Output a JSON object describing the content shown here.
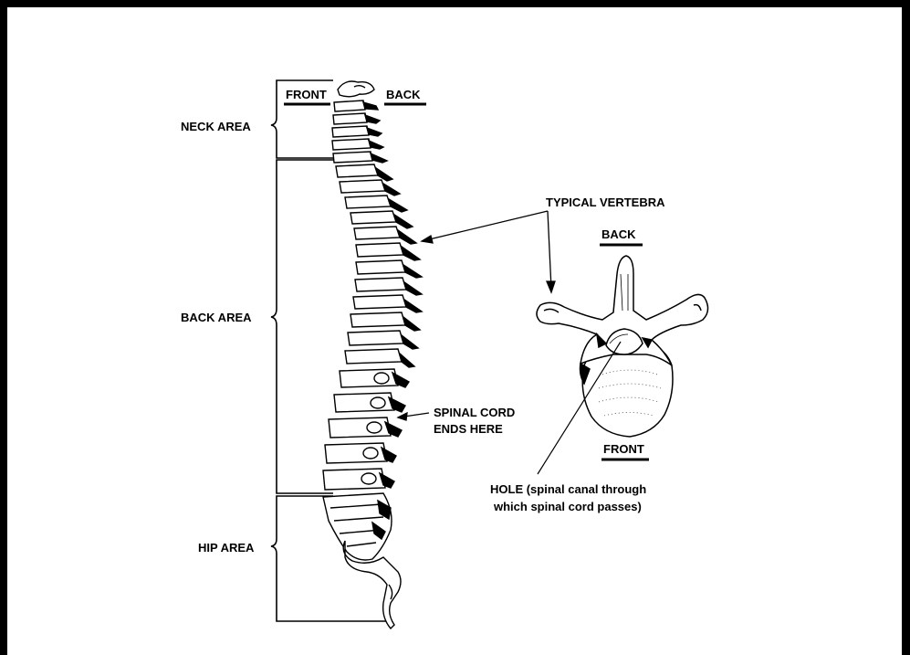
{
  "regions": {
    "neck": "NECK AREA",
    "back": "BACK AREA",
    "hip": "HIP AREA"
  },
  "spine_orientation": {
    "front": "FRONT",
    "back": "BACK"
  },
  "callouts": {
    "typical_vertebra": "TYPICAL VERTEBRA",
    "spinal_cord_line1": "SPINAL CORD",
    "spinal_cord_line2": "ENDS HERE",
    "hole_line1": "HOLE (spinal canal through",
    "hole_line2": "which spinal cord passes)"
  },
  "vertebra_orientation": {
    "back": "BACK",
    "front": "FRONT"
  }
}
